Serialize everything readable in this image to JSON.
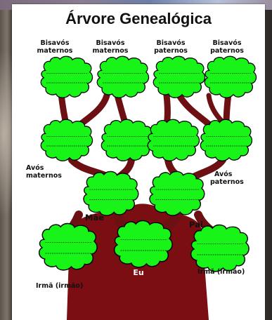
{
  "poster": {
    "title": "Árvore Genealógica",
    "great_grandparents": [
      {
        "line1": "Bisavós",
        "line2": "maternos"
      },
      {
        "line1": "Bisavós",
        "line2": "maternos"
      },
      {
        "line1": "Bisavós",
        "line2": "paternos"
      },
      {
        "line1": "Bisavós",
        "line2": "paternos"
      }
    ],
    "grandparents_maternal": {
      "line1": "Avós",
      "line2": "maternos"
    },
    "grandparents_paternal": {
      "line1": "Avós",
      "line2": "paternos"
    },
    "mother": "Mãe",
    "father": "Pai",
    "self": "Eu",
    "sibling_left": "Irmã (irmão)",
    "sibling_right": "Irmã (irmão)"
  },
  "colors": {
    "leaves": "#18f318",
    "trunk": "#7a0e12",
    "text_on_trunk": "#ffffff"
  }
}
